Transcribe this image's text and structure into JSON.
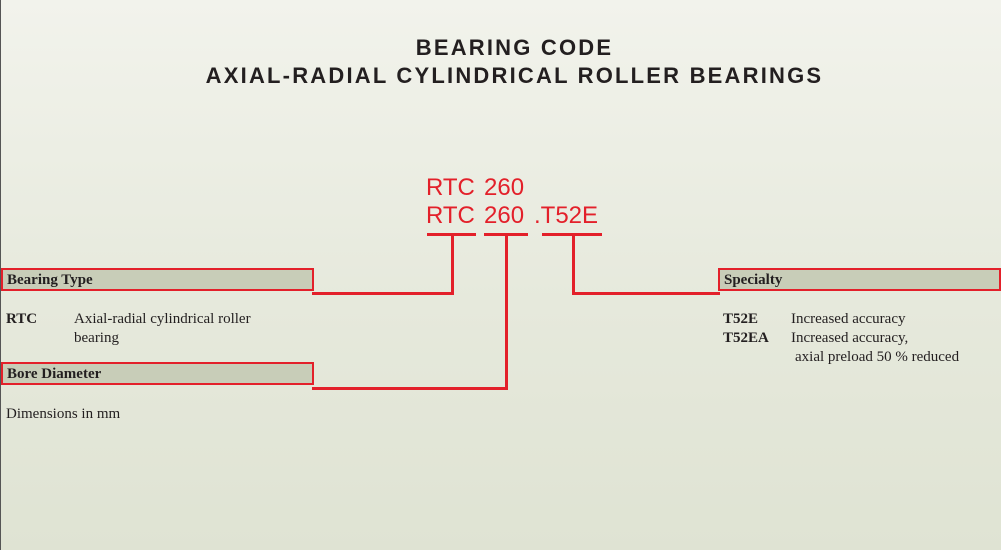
{
  "title": {
    "line1": "BEARING CODE",
    "line2": "AXIAL-RADIAL CYLINDRICAL ROLLER BEARINGS"
  },
  "code": {
    "line1_type": "RTC",
    "line1_bore": "260",
    "line2_type": "RTC",
    "line2_bore": "260",
    "line2_specialty": ".T52E"
  },
  "bearing_type": {
    "header": "Bearing Type",
    "items": [
      {
        "code": "RTC",
        "desc_line1": "Axial-radial cylindrical roller",
        "desc_line2": "bearing"
      }
    ]
  },
  "bore_diameter": {
    "header": "Bore Diameter",
    "note": "Dimensions in mm"
  },
  "specialty": {
    "header": "Specialty",
    "items": [
      {
        "code": "T52E",
        "desc_line1": "Increased accuracy",
        "desc_line2": ""
      },
      {
        "code": "T52EA",
        "desc_line1": "Increased accuracy,",
        "desc_line2": "axial preload 50 % reduced"
      }
    ]
  },
  "colors": {
    "accent_red": "#e3202a",
    "box_fill": "#c8cdb8",
    "text": "#231f20"
  }
}
